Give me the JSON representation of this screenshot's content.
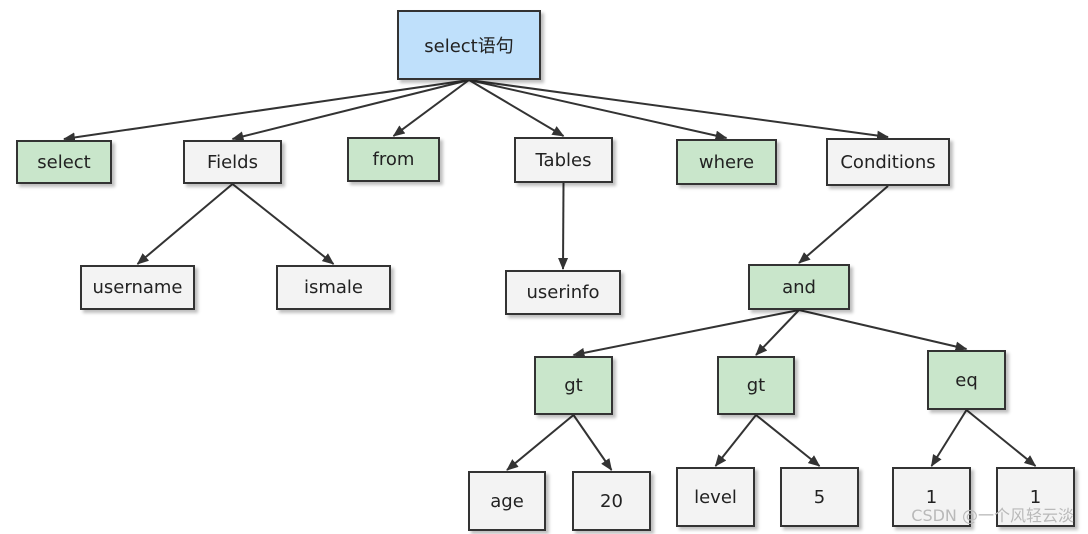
{
  "colors": {
    "root_fill": "#bfe0fb",
    "keyword_fill": "#c9e6cb",
    "plain_fill": "#f3f3f3",
    "border": "#333333",
    "edge": "#333333"
  },
  "nodes": {
    "root": {
      "label": "select语句",
      "kind": "root"
    },
    "select": {
      "label": "select",
      "kind": "keyword"
    },
    "fields": {
      "label": "Fields",
      "kind": "plain"
    },
    "from": {
      "label": "from",
      "kind": "keyword"
    },
    "tables": {
      "label": "Tables",
      "kind": "plain"
    },
    "where": {
      "label": "where",
      "kind": "keyword"
    },
    "conditions": {
      "label": "Conditions",
      "kind": "plain"
    },
    "username": {
      "label": "username",
      "kind": "plain"
    },
    "ismale": {
      "label": "ismale",
      "kind": "plain"
    },
    "userinfo": {
      "label": "userinfo",
      "kind": "plain"
    },
    "and": {
      "label": "and",
      "kind": "keyword"
    },
    "gt1": {
      "label": "gt",
      "kind": "keyword"
    },
    "gt2": {
      "label": "gt",
      "kind": "keyword"
    },
    "eq": {
      "label": "eq",
      "kind": "keyword"
    },
    "age": {
      "label": "age",
      "kind": "plain"
    },
    "n20": {
      "label": "20",
      "kind": "plain"
    },
    "level": {
      "label": "level",
      "kind": "plain"
    },
    "n5": {
      "label": "5",
      "kind": "plain"
    },
    "one_a": {
      "label": "1",
      "kind": "plain"
    },
    "one_b": {
      "label": "1",
      "kind": "plain"
    }
  },
  "edges": [
    [
      "root",
      "select"
    ],
    [
      "root",
      "fields"
    ],
    [
      "root",
      "from"
    ],
    [
      "root",
      "tables"
    ],
    [
      "root",
      "where"
    ],
    [
      "root",
      "conditions"
    ],
    [
      "fields",
      "username"
    ],
    [
      "fields",
      "ismale"
    ],
    [
      "tables",
      "userinfo"
    ],
    [
      "conditions",
      "and"
    ],
    [
      "and",
      "gt1"
    ],
    [
      "and",
      "gt2"
    ],
    [
      "and",
      "eq"
    ],
    [
      "gt1",
      "age"
    ],
    [
      "gt1",
      "n20"
    ],
    [
      "gt2",
      "level"
    ],
    [
      "gt2",
      "n5"
    ],
    [
      "eq",
      "one_a"
    ],
    [
      "eq",
      "one_b"
    ]
  ],
  "watermark": "CSDN @一个风轻云淡"
}
